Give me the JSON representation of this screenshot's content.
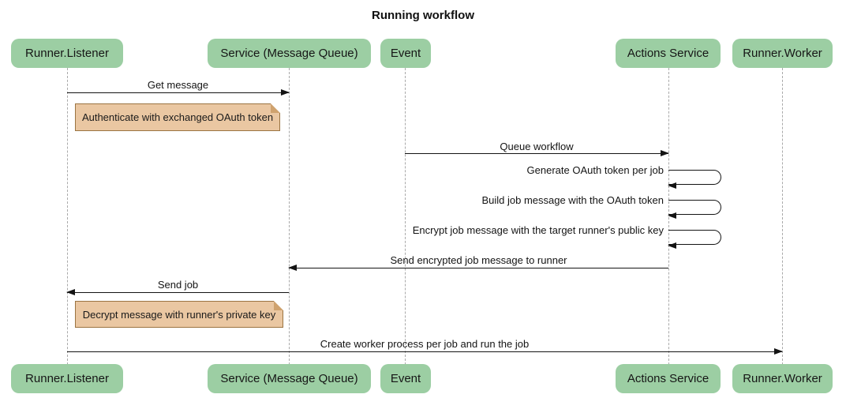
{
  "title": "Running workflow",
  "actors": [
    {
      "id": "runner-listener",
      "label": "Runner.Listener"
    },
    {
      "id": "service-message-queue",
      "label": "Service (Message Queue)"
    },
    {
      "id": "event",
      "label": "Event"
    },
    {
      "id": "actions-service",
      "label": "Actions Service"
    },
    {
      "id": "runner-worker",
      "label": "Runner.Worker"
    }
  ],
  "messages": [
    {
      "text": "Get message",
      "from": "Runner.Listener",
      "to": "Service (Message Queue)",
      "type": "arrow-right"
    },
    {
      "text": "Queue workflow",
      "from": "Event",
      "to": "Actions Service",
      "type": "arrow-right"
    },
    {
      "text": "Generate OAuth token per job",
      "from": "Actions Service",
      "to": "Actions Service",
      "type": "self-loop"
    },
    {
      "text": "Build job message with the OAuth token",
      "from": "Actions Service",
      "to": "Actions Service",
      "type": "self-loop"
    },
    {
      "text": "Encrypt job message with the target runner's public key",
      "from": "Actions Service",
      "to": "Actions Service",
      "type": "self-loop"
    },
    {
      "text": "Send encrypted job message to runner",
      "from": "Actions Service",
      "to": "Service (Message Queue)",
      "type": "arrow-left"
    },
    {
      "text": "Send job",
      "from": "Service (Message Queue)",
      "to": "Runner.Listener",
      "type": "arrow-left"
    },
    {
      "text": "Create worker process per job and run the job",
      "from": "Runner.Listener",
      "to": "Runner.Worker",
      "type": "arrow-right"
    }
  ],
  "notes": [
    {
      "text": "Authenticate with exchanged OAuth token",
      "position": "right of Runner.Listener"
    },
    {
      "text": "Decrypt message with runner's private key",
      "position": "right of Runner.Listener"
    }
  ],
  "colors": {
    "actor_fill": "#9ccea3",
    "note_fill": "#eac7a2",
    "note_border": "#9b7442",
    "lifeline": "#a9a9a9",
    "arrow": "#141414",
    "background": "#ffffff"
  }
}
